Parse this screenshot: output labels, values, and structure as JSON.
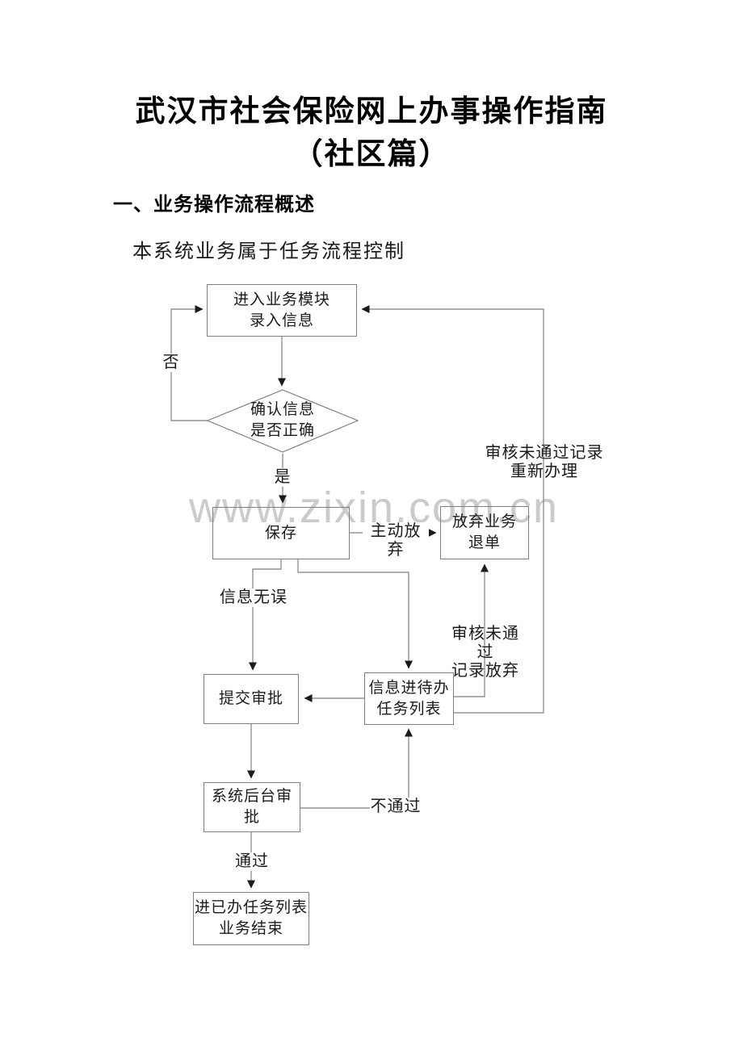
{
  "document": {
    "title_line1": "武汉市社会保险网上办事操作指南",
    "title_line2": "（社区篇）",
    "section_heading": "一、业务操作流程概述",
    "intro_text": "本系统业务属于任务流程控制",
    "watermark": "www.zixin.com.cn"
  },
  "flowchart": {
    "nodes": {
      "enter_module": {
        "label": "进入业务模块\n录入信息"
      },
      "confirm_info": {
        "label": "确认信息\n是否正确"
      },
      "save": {
        "label": "保存"
      },
      "abandon_refund": {
        "label": "放弃业务\n退单"
      },
      "submit_approval": {
        "label": "提交审批"
      },
      "todo_list": {
        "label": "信息进待办\n任务列表"
      },
      "backend_approval": {
        "label": "系统后台审批"
      },
      "done_list": {
        "label": "进已办任务列表\n业务结束"
      }
    },
    "edge_labels": {
      "no": "否",
      "yes": "是",
      "voluntary_abandon": "主动放弃",
      "info_correct": "信息无误",
      "audit_fail_redo": "审核未通过记录\n重新办理",
      "audit_fail_abandon": "审核未通过\n记录放弃",
      "not_pass": "不通过",
      "pass": "通过"
    }
  },
  "colors": {
    "background": "#ffffff",
    "text": "#000000",
    "line": "#7f7f7f",
    "arrowhead": "#1a1a1a",
    "watermark": "#cbcbcb"
  }
}
